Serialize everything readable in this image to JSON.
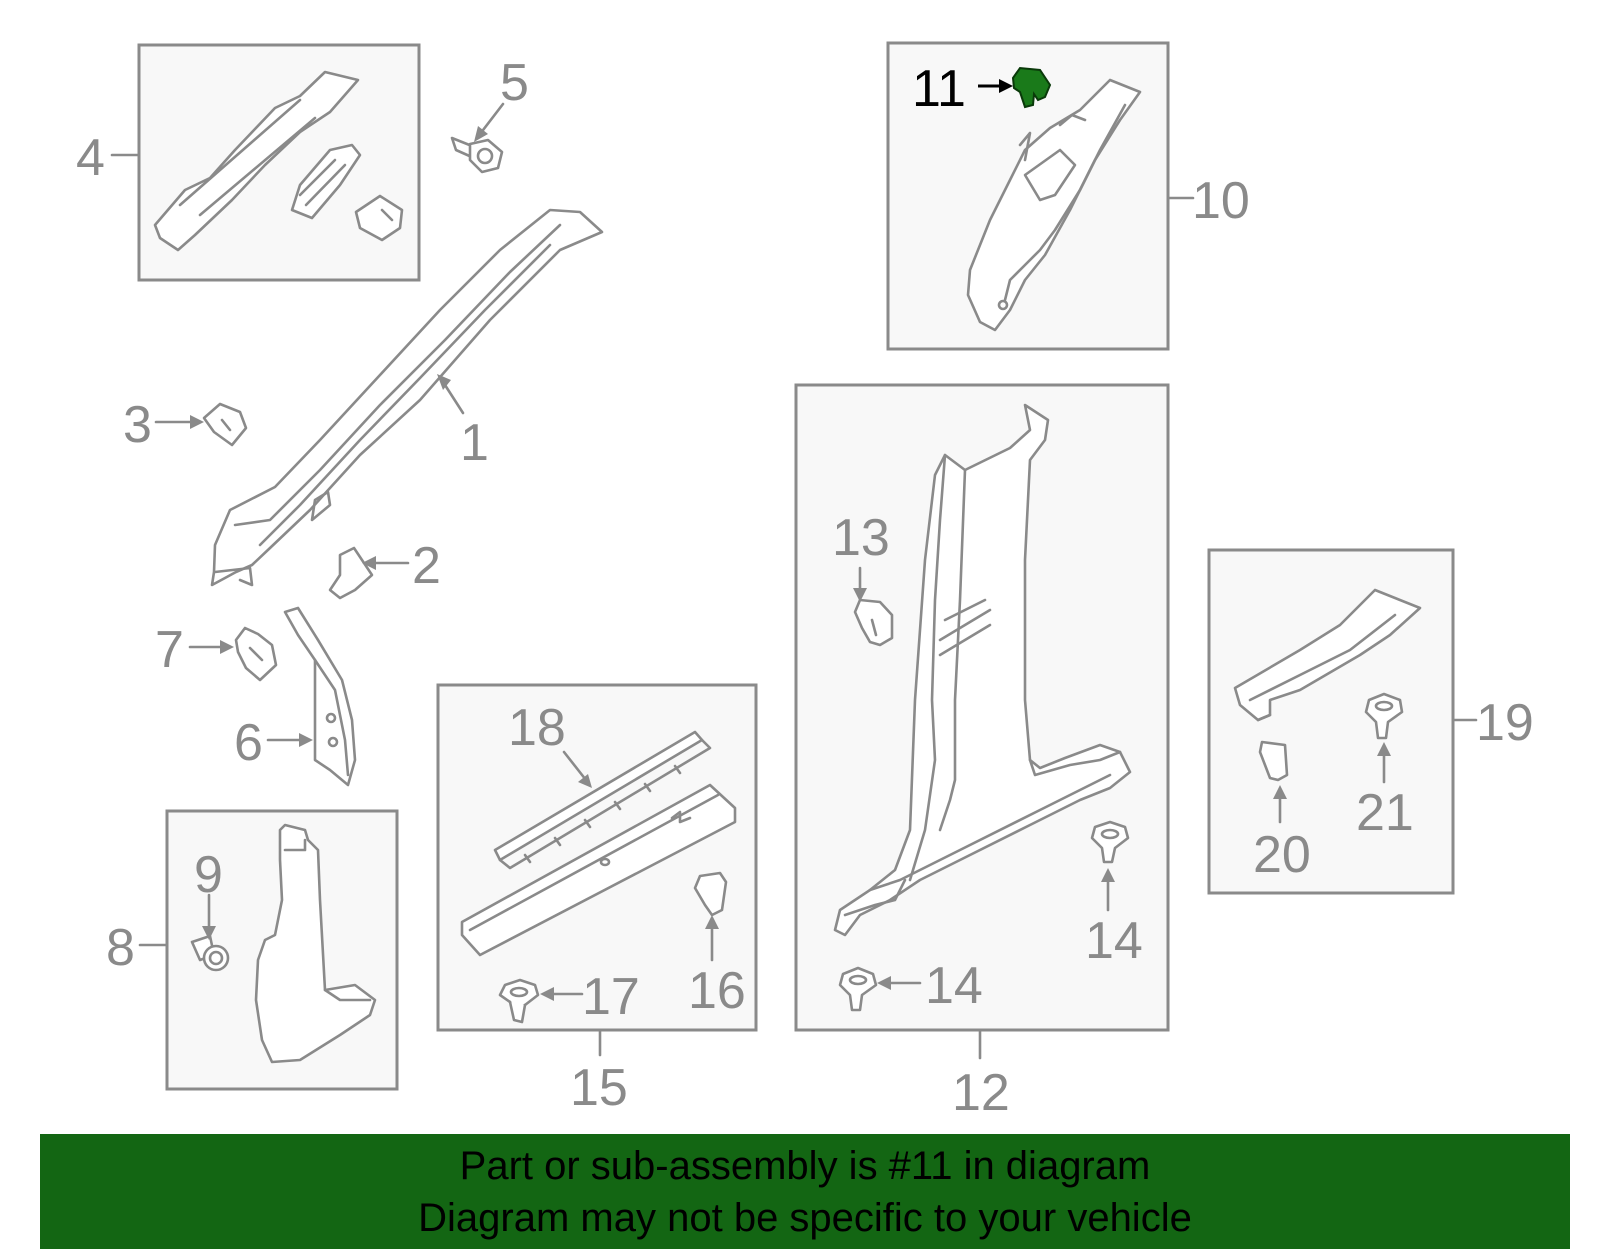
{
  "callouts": {
    "c1": "1",
    "c2": "2",
    "c3": "3",
    "c4": "4",
    "c5": "5",
    "c6": "6",
    "c7": "7",
    "c8": "8",
    "c9": "9",
    "c10": "10",
    "c11": "11",
    "c12": "12",
    "c13": "13",
    "c14a": "14",
    "c14b": "14",
    "c15": "15",
    "c16": "16",
    "c17": "17",
    "c18": "18",
    "c19": "19",
    "c20": "20",
    "c21": "21"
  },
  "highlighted_part": "11",
  "colors": {
    "highlight": "#1a7a1a",
    "banner": "#136613",
    "linework": "#8a8a8a"
  },
  "banner": {
    "line1": "Part or sub-assembly is #11 in diagram",
    "line2": "Diagram may not be specific to your vehicle"
  }
}
